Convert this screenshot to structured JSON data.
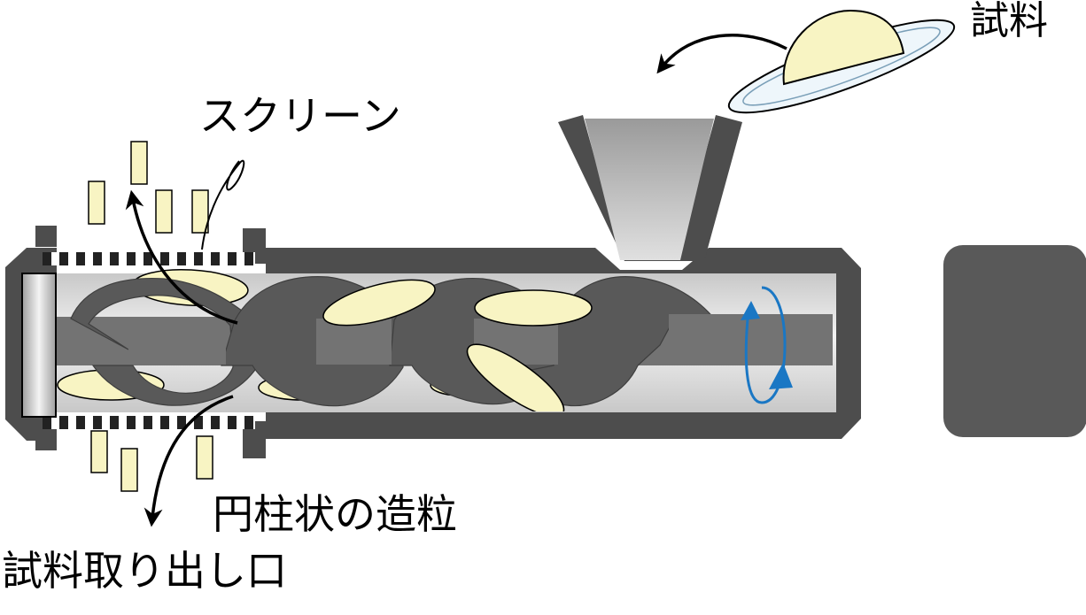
{
  "labels": {
    "sample": "試料",
    "screen": "スクリーン",
    "granules": "円柱状の造粒",
    "outlet": "試料取り出し口"
  },
  "colors": {
    "housing": "#4d4d4d",
    "barrel_interior": "#e3e3e3",
    "screw": "#595959",
    "shaft": "#737373",
    "sample_pellet": "#f8f4c3",
    "rotation_arrow": "#1a77c4",
    "dish": "#eef6fb"
  },
  "icons": {
    "feed_arrow": "curved-arrow-icon",
    "exit_arrow_up": "curved-arrow-icon",
    "exit_arrow_down": "curved-arrow-icon",
    "rotation": "rotation-arrow-icon"
  }
}
